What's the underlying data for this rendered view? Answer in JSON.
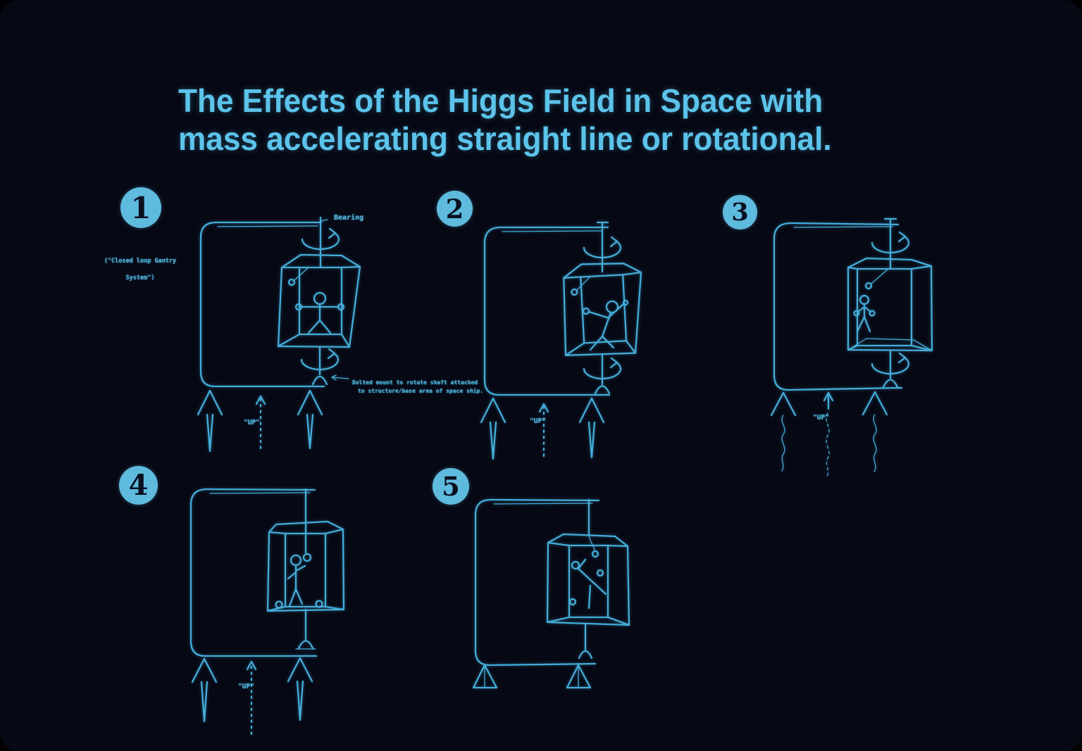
{
  "canvas": {
    "background": "#060814",
    "outer_background": "#000000",
    "line_color": "#44acd8",
    "title_color": "#5cc3ea",
    "badge_fill": "#5fbbdd",
    "badge_text_color": "#081020"
  },
  "title": {
    "line1": "The Effects of the Higgs Field in Space with",
    "line2": "mass accelerating straight line or rotational."
  },
  "labels": {
    "bearing": "Bearing",
    "side_note_line1": "(\"Closed loop Gantry",
    "side_note_line2": "System\")",
    "annotation_line1": "Bolted mount to rotate shaft attached",
    "annotation_line2": "to structure/base area of space ship.",
    "thrust_up": "\"UP\""
  },
  "panels": [
    {
      "badge": "1"
    },
    {
      "badge": "2"
    },
    {
      "badge": "3"
    },
    {
      "badge": "4"
    },
    {
      "badge": "5"
    }
  ]
}
